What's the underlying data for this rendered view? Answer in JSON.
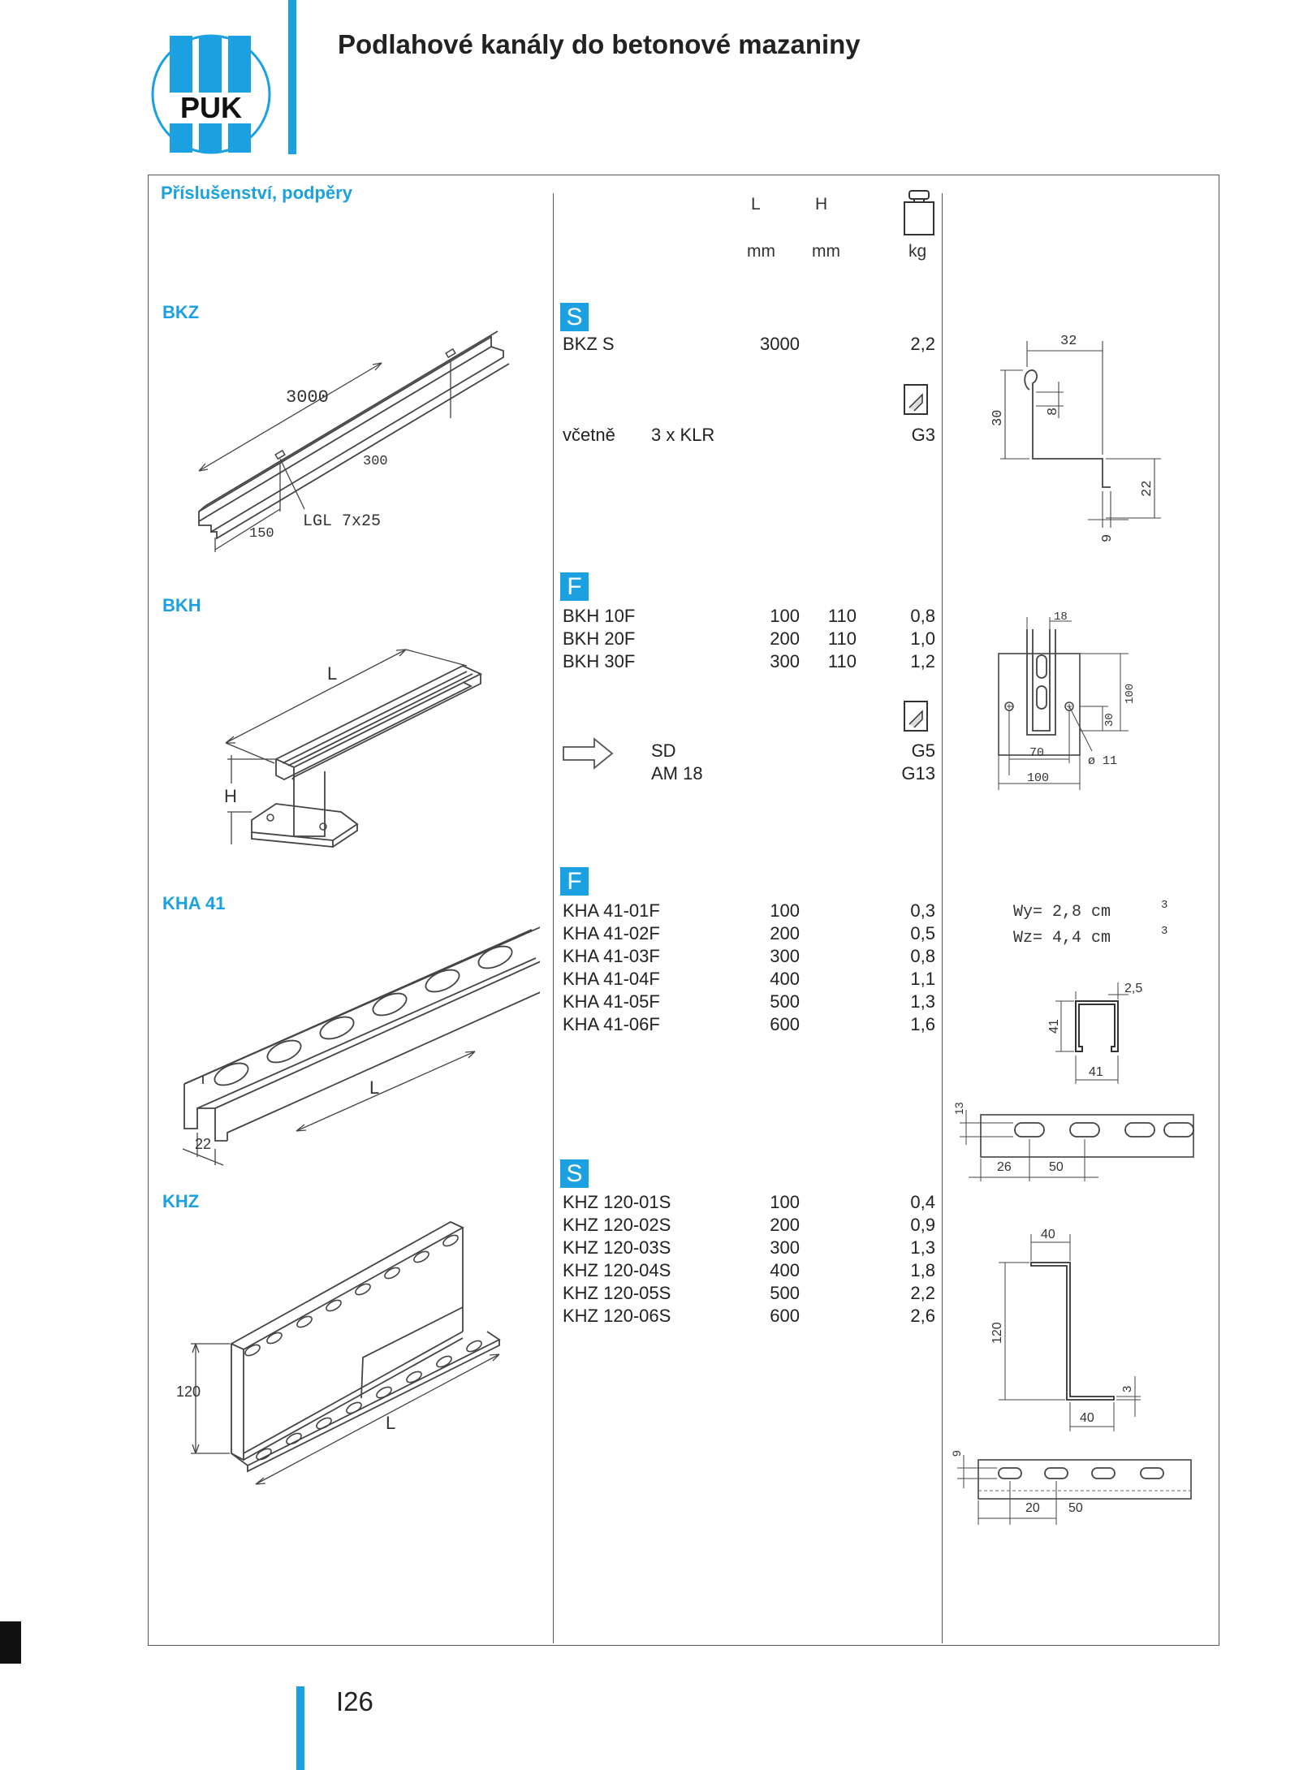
{
  "header": {
    "logo_text": "PUK",
    "title": "Podlahové kanály do betonové mazaniny"
  },
  "section_title": "Příslušenství, podpěry",
  "table_header": {
    "col_L": "L",
    "col_H": "H",
    "unit_L": "mm",
    "unit_H": "mm",
    "unit_kg": "kg",
    "weight_icon": "weight-icon"
  },
  "colors": {
    "accent": "#1ba1e2",
    "text": "#222222",
    "line": "#555555"
  },
  "products": {
    "bkz": {
      "label": "BKZ",
      "badge": "S",
      "rows": [
        {
          "name": "BKZ S",
          "L": "3000",
          "H": "",
          "kg": "2,2"
        }
      ],
      "including_label": "včetně",
      "including_item": "3 x KLR",
      "ref_code": "G3",
      "drawing": {
        "length": "3000",
        "pitch": "300",
        "end": "150",
        "slot": "LGL 7x25"
      },
      "section": {
        "width": "32",
        "height": "30",
        "hook": "8",
        "step": "22",
        "flange": "9"
      }
    },
    "bkh": {
      "label": "BKH",
      "badge": "F",
      "rows": [
        {
          "name": "BKH 10F",
          "L": "100",
          "H": "110",
          "kg": "0,8"
        },
        {
          "name": "BKH 20F",
          "L": "200",
          "H": "110",
          "kg": "1,0"
        },
        {
          "name": "BKH 30F",
          "L": "300",
          "H": "110",
          "kg": "1,2"
        }
      ],
      "see_items": [
        "SD",
        "AM 18"
      ],
      "ref_codes": [
        "G5",
        "G13"
      ],
      "drawing": {
        "length_label": "L",
        "height_label": "H"
      },
      "section": {
        "slot": "18",
        "height": "100",
        "hole_offset": "30",
        "width_inner": "70",
        "width": "100",
        "hole": "ø 11"
      }
    },
    "kha": {
      "label": "KHA 41",
      "badge": "F",
      "rows": [
        {
          "name": "KHA 41-01F",
          "L": "100",
          "H": "",
          "kg": "0,3"
        },
        {
          "name": "KHA 41-02F",
          "L": "200",
          "H": "",
          "kg": "0,5"
        },
        {
          "name": "KHA 41-03F",
          "L": "300",
          "H": "",
          "kg": "0,8"
        },
        {
          "name": "KHA 41-04F",
          "L": "400",
          "H": "",
          "kg": "1,1"
        },
        {
          "name": "KHA 41-05F",
          "L": "500",
          "H": "",
          "kg": "1,3"
        },
        {
          "name": "KHA 41-06F",
          "L": "600",
          "H": "",
          "kg": "1,6"
        }
      ],
      "wy": "Wy= 2,8 cm",
      "wz": "Wz= 4,4 cm",
      "exp": "3",
      "drawing": {
        "length_label": "L",
        "slot": "22"
      },
      "section": {
        "thickness": "2,5",
        "height": "41",
        "width": "41",
        "slot_h": "13",
        "first": "26",
        "pitch": "50"
      }
    },
    "khz": {
      "label": "KHZ",
      "badge": "S",
      "rows": [
        {
          "name": "KHZ 120-01S",
          "L": "100",
          "H": "",
          "kg": "0,4"
        },
        {
          "name": "KHZ 120-02S",
          "L": "200",
          "H": "",
          "kg": "0,9"
        },
        {
          "name": "KHZ 120-03S",
          "L": "300",
          "H": "",
          "kg": "1,3"
        },
        {
          "name": "KHZ 120-04S",
          "L": "400",
          "H": "",
          "kg": "1,8"
        },
        {
          "name": "KHZ 120-05S",
          "L": "500",
          "H": "",
          "kg": "2,2"
        },
        {
          "name": "KHZ 120-06S",
          "L": "600",
          "H": "",
          "kg": "2,6"
        }
      ],
      "drawing": {
        "height": "120",
        "length_label": "L"
      },
      "section": {
        "top": "40",
        "height": "120",
        "thickness": "3",
        "bottom": "40",
        "slot_h": "9",
        "first": "20",
        "pitch": "50"
      }
    }
  },
  "footer": {
    "page_number": "I26"
  }
}
